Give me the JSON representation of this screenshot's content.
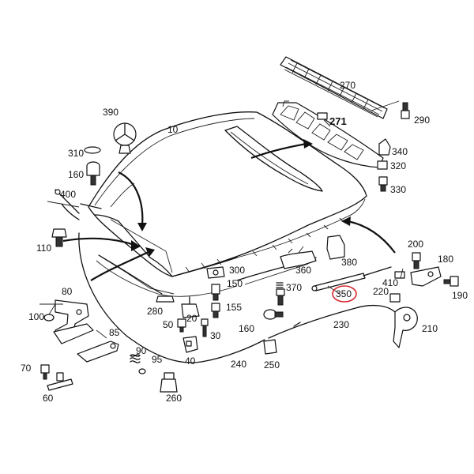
{
  "diagram": {
    "highlight_color": "#d6282e",
    "labels": [
      {
        "id": "10",
        "text": "10"
      },
      {
        "id": "20",
        "text": "20"
      },
      {
        "id": "30",
        "text": "30"
      },
      {
        "id": "40",
        "text": "40"
      },
      {
        "id": "50",
        "text": "50"
      },
      {
        "id": "60",
        "text": "60"
      },
      {
        "id": "70",
        "text": "70"
      },
      {
        "id": "80",
        "text": "80"
      },
      {
        "id": "85",
        "text": "85"
      },
      {
        "id": "90",
        "text": "90"
      },
      {
        "id": "95",
        "text": "95"
      },
      {
        "id": "100",
        "text": "100"
      },
      {
        "id": "110",
        "text": "110"
      },
      {
        "id": "150",
        "text": "150"
      },
      {
        "id": "155",
        "text": "155"
      },
      {
        "id": "160a",
        "text": "160"
      },
      {
        "id": "160b",
        "text": "160"
      },
      {
        "id": "180",
        "text": "180"
      },
      {
        "id": "190",
        "text": "190"
      },
      {
        "id": "200",
        "text": "200"
      },
      {
        "id": "210",
        "text": "210"
      },
      {
        "id": "220",
        "text": "220"
      },
      {
        "id": "230",
        "text": "230"
      },
      {
        "id": "240",
        "text": "240"
      },
      {
        "id": "250",
        "text": "250"
      },
      {
        "id": "260",
        "text": "260"
      },
      {
        "id": "270",
        "text": "270"
      },
      {
        "id": "271",
        "text": "271"
      },
      {
        "id": "280",
        "text": "280"
      },
      {
        "id": "290",
        "text": "290"
      },
      {
        "id": "300",
        "text": "300"
      },
      {
        "id": "310",
        "text": "310"
      },
      {
        "id": "320",
        "text": "320"
      },
      {
        "id": "330",
        "text": "330"
      },
      {
        "id": "340",
        "text": "340"
      },
      {
        "id": "350",
        "text": "350"
      },
      {
        "id": "360",
        "text": "360"
      },
      {
        "id": "370",
        "text": "370"
      },
      {
        "id": "380",
        "text": "380"
      },
      {
        "id": "390",
        "text": "390"
      },
      {
        "id": "400",
        "text": "400"
      },
      {
        "id": "410",
        "text": "410"
      }
    ]
  }
}
